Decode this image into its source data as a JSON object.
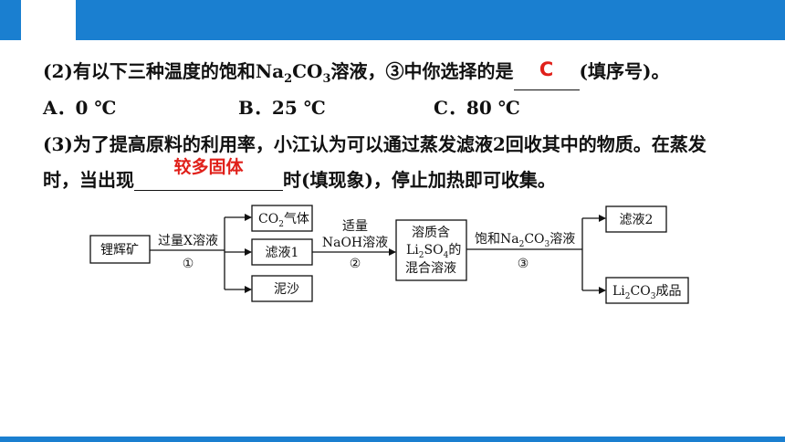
{
  "q2": {
    "prefix": "(2)有以下三种温度的饱和Na",
    "sub1": "2",
    "mid": "CO",
    "sub2": "3",
    "suffix1": "溶液，③中你选择的是",
    "answer": "C",
    "suffix2": "(填序号)。",
    "options": [
      {
        "label": "A．0 ℃"
      },
      {
        "label": "B．25 ℃"
      },
      {
        "label": "C．80 ℃"
      }
    ]
  },
  "q3": {
    "line1": "(3)为了提高原料的利用率，小江认为可以通过蒸发滤液2回收其中的物质。在蒸发",
    "line2_prefix": "时，当出现",
    "answer": "较多固体",
    "line2_suffix": "时(填现象)，停止加热即可收集。"
  },
  "diagram": {
    "start": "锂辉矿",
    "step1_label": "过量X溶液",
    "step1_num": "①",
    "out1": {
      "a": "CO",
      "s": "2",
      "b": "气体"
    },
    "out2": "滤液1",
    "out3": "泥沙",
    "step2_top": "适量",
    "step2_label": "NaOH溶液",
    "step2_num": "②",
    "mid_box": {
      "l1": "溶质含",
      "l2a": "Li",
      "l2s1": "2",
      "l2b": "SO",
      "l2s2": "4",
      "l2c": "的",
      "l3": "混合溶液"
    },
    "step3_label": {
      "a": "饱和Na",
      "s1": "2",
      "b": "CO",
      "s2": "3",
      "c": "溶液"
    },
    "step3_num": "③",
    "end1": "滤液2",
    "end2": {
      "a": "Li",
      "s1": "2",
      "b": "CO",
      "s2": "3",
      "c": "成品"
    }
  },
  "colors": {
    "accent": "#1a7fd0",
    "answer": "#e0201a"
  }
}
